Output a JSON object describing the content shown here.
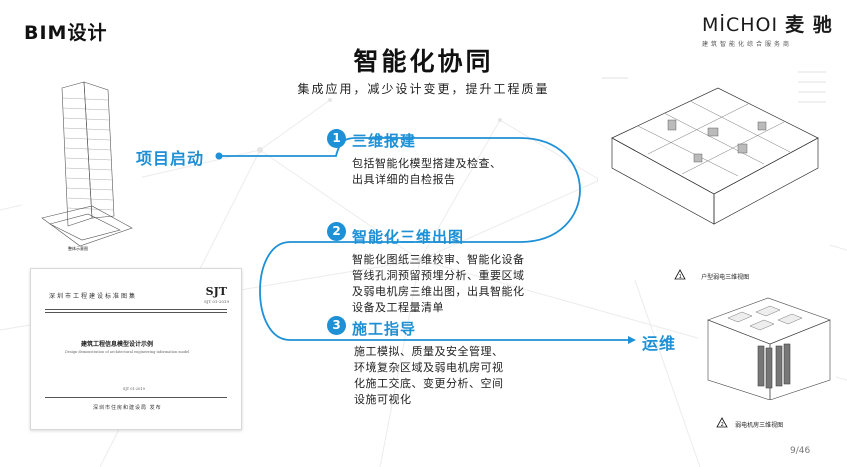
{
  "header": {
    "section_tag": "BIM设计",
    "logo_main": "MİCHOI",
    "logo_cn": "麦 驰",
    "logo_sub": "建筑智能化综合服务商"
  },
  "slide": {
    "title": "智能化协同",
    "subtitle": "集成应用，减少设计变更，提升工程质量"
  },
  "flow": {
    "start_label": "项目启动",
    "end_label": "运维",
    "steps": [
      {
        "number": "1",
        "title": "三维报建",
        "desc_lines": [
          "包括智能化模型搭建及检查、",
          "出具详细的自检报告"
        ]
      },
      {
        "number": "2",
        "title": "智能化三维出图",
        "desc_lines": [
          "智能化图纸三维校审、智能化设备",
          "管线孔洞预留预埋分析、重要区域",
          "及弱电机房三维出图，出具智能化",
          "设备及工程量清单"
        ]
      },
      {
        "number": "3",
        "title": "施工指导",
        "desc_lines": [
          "施工模拟、质量及安全管理、",
          "环境复杂区域及弱电机房可视",
          "化施工交底、变更分析、空间",
          "设施可视化"
        ]
      }
    ]
  },
  "images": {
    "building_caption": "整体示意图",
    "apartment_caption": "户型弱电三维视图",
    "machine_room_caption": "弱电机房三维视图",
    "doc": {
      "header": "深圳市工程建设标准图集",
      "code": "SJT",
      "code_sub": "SJT 01-2019",
      "title": "建筑工程信息模型设计示例",
      "subtitle": "Design demonstration of architectural engineering information model",
      "number": "SJT 01-2019",
      "publisher": "深圳市住房和建设局    发布"
    }
  },
  "footer": {
    "page": "9/46"
  },
  "colors": {
    "accent": "#1e90d6",
    "text": "#222222"
  }
}
